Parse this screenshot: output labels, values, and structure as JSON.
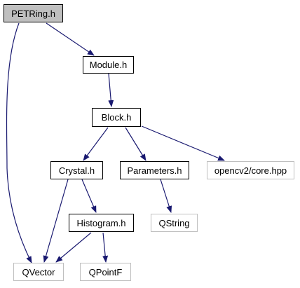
{
  "colors": {
    "edge": "#191970",
    "node_border": "#000000",
    "external_border": "#bfbfbf",
    "root_fill": "#bfbfbf"
  },
  "nodes": {
    "petring": "PETRing.h",
    "module": "Module.h",
    "block": "Block.h",
    "crystal": "Crystal.h",
    "parameters": "Parameters.h",
    "opencv": "opencv2/core.hpp",
    "histogram": "Histogram.h",
    "qstring": "QString",
    "qvector": "QVector",
    "qpointf": "QPointF"
  },
  "edges": [
    [
      "petring",
      "module"
    ],
    [
      "petring",
      "qvector"
    ],
    [
      "module",
      "block"
    ],
    [
      "block",
      "crystal"
    ],
    [
      "block",
      "parameters"
    ],
    [
      "block",
      "opencv"
    ],
    [
      "crystal",
      "histogram"
    ],
    [
      "crystal",
      "qvector"
    ],
    [
      "parameters",
      "qstring"
    ],
    [
      "histogram",
      "qvector"
    ],
    [
      "histogram",
      "qpointf"
    ]
  ]
}
